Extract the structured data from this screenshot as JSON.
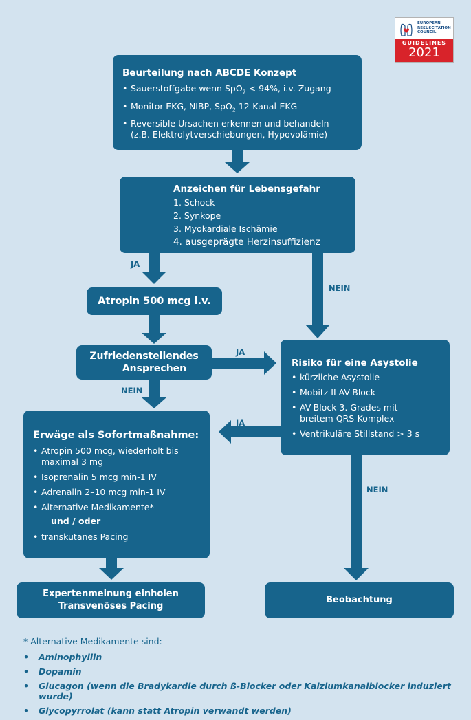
{
  "logo": {
    "org_line1": "EUROPEAN",
    "org_line2": "RESUSCITATION",
    "org_line3": "COUNCIL",
    "guidelines": "GUIDELINES",
    "year": "2021"
  },
  "assess": {
    "title": "Beurteilung nach ABCDE Konzept",
    "item1_pre": "Sauerstoffgabe wenn SpO",
    "item1_sub": "2",
    "item1_post": " < 94%, i.v. Zugang",
    "item2_pre": "Monitor-EKG, NIBP, SpO",
    "item2_sub": "2",
    "item2_post": " 12-Kanal-EKG",
    "item3_line1": "Reversible Ursachen erkennen und behandeln",
    "item3_line2": "(z.B. Elektrolytverschiebungen, Hypovolämie)"
  },
  "danger": {
    "title": "Anzeichen für Lebensgefahr",
    "items": [
      "1. Schock",
      "2. Synkope",
      "3. Myokardiale Ischämie",
      "4. ausgeprägte Herzinsuffizienz"
    ]
  },
  "atropin": {
    "label": "Atropin 500 mcg i.v."
  },
  "response": {
    "line1": "Zufriedenstellendes",
    "line2": "Ansprechen"
  },
  "risk": {
    "title": "Risiko für eine Asystolie",
    "items": [
      "kürzliche Asystolie",
      "Mobitz II AV-Block",
      "AV-Block 3. Grades mit breitem QRS-Komplex",
      "Ventrikuläre Stillstand > 3 s"
    ]
  },
  "immediate": {
    "title": "Erwäge als Sofortmaßnahme:",
    "items": [
      "Atropin 500 mcg, wiederholt bis maximal 3 mg",
      "Isoprenalin 5 mcg min-1 IV",
      "Adrenalin 2–10 mcg min-1 IV",
      "Alternative Medikamente*"
    ],
    "and_or": "und / oder",
    "last_item": "transkutanes Pacing"
  },
  "expert": {
    "line1": "Expertenmeinung einholen",
    "line2": "Transvenöses Pacing"
  },
  "observe": {
    "label": "Beobachtung"
  },
  "labels": {
    "ja1": "JA",
    "nein1": "NEIN",
    "ja2": "JA",
    "nein2": "NEIN",
    "ja3": "JA",
    "nein3": "NEIN"
  },
  "footnote": {
    "note": "* Alternative Medikamente sind:",
    "drugs": [
      "Aminophyllin",
      "Dopamin",
      "Glucagon (wenn die Bradykardie durch ß-Blocker oder Kalziumkanalblocker induziert wurde)",
      "Glycopyrrolat (kann statt Atropin verwandt werden)"
    ]
  },
  "colors": {
    "box": "#17648c",
    "background": "#d3e3ef",
    "accent_red": "#d8232a"
  }
}
